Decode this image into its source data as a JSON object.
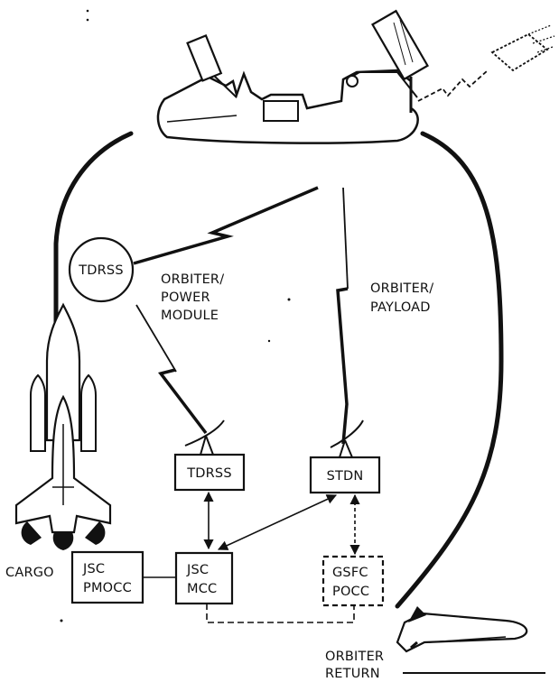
{
  "diagram": {
    "nodes": {
      "tdrss_satellite": "TDRSS",
      "tdrss_ground": "TDRSS",
      "stdn": "STDN",
      "jsc_pmocc": [
        "JSC",
        "PMOCC"
      ],
      "jsc_mcc": [
        "JSC",
        "MCC"
      ],
      "gsfc_pocc": [
        "GSFC",
        "POCC"
      ]
    },
    "links": {
      "orbiter_power_module": [
        "ORBITER/",
        "POWER",
        "MODULE"
      ],
      "orbiter_payload": [
        "ORBITER/",
        "PAYLOAD"
      ]
    },
    "labels": {
      "cargo": "CARGO",
      "orbiter_return": [
        "ORBITER",
        "RETURN"
      ]
    }
  }
}
